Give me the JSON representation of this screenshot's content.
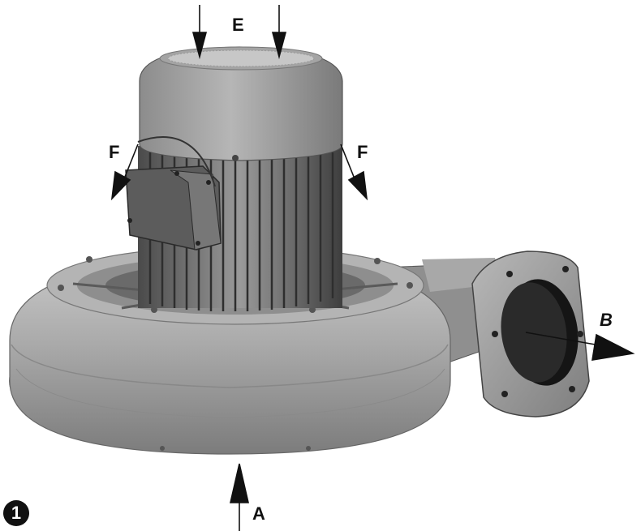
{
  "figure": {
    "labels": {
      "e": "E",
      "f_left": "F",
      "f_right": "F",
      "b": "B",
      "a": "A"
    },
    "badge": "1"
  },
  "colors": {
    "metal_light": "#bdbdbd",
    "metal_mid": "#9a9a9a",
    "metal_dark": "#5e5e5e",
    "shadow": "#2a2a2a",
    "arrow": "#111111"
  }
}
